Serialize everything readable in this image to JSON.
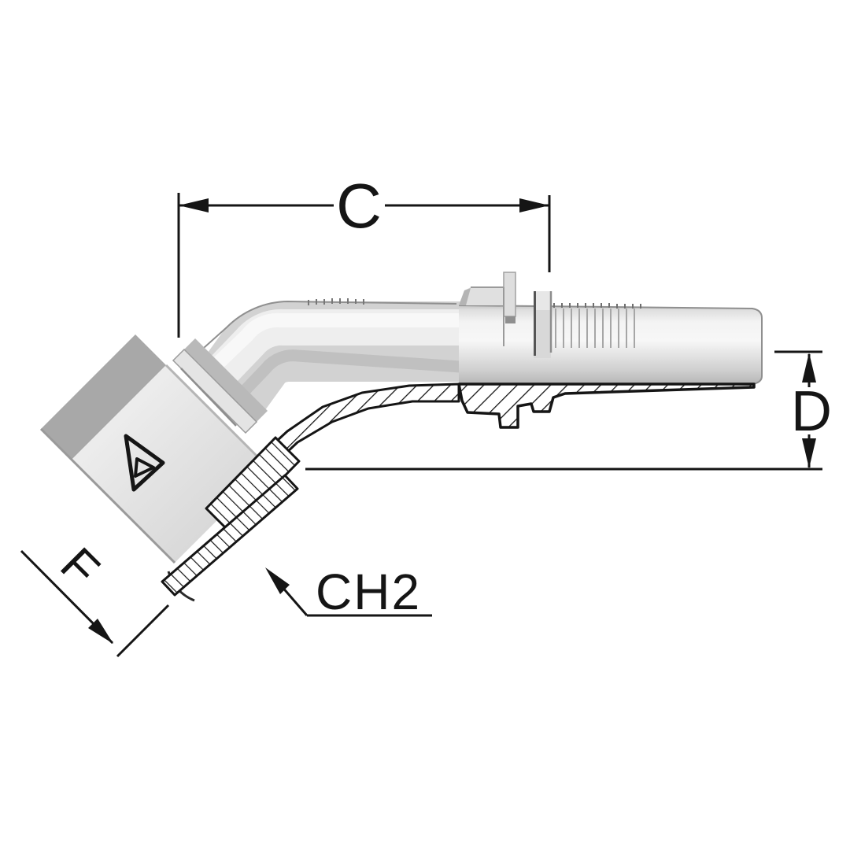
{
  "figure": {
    "subject": "45-degree swivel elbow hose fitting, half-section technical drawing",
    "background": "#ffffff",
    "ink": "#151515",
    "dimension_labels": {
      "c": "C",
      "d": "D",
      "f": "F",
      "chamfer": "CH2"
    },
    "metal_palette": {
      "dark_facet": "#a8a8a8",
      "mid_metal": "#d4d4d4",
      "light_metal": "#f4f4f4",
      "shadow_edge": "#8c8c8c"
    }
  }
}
